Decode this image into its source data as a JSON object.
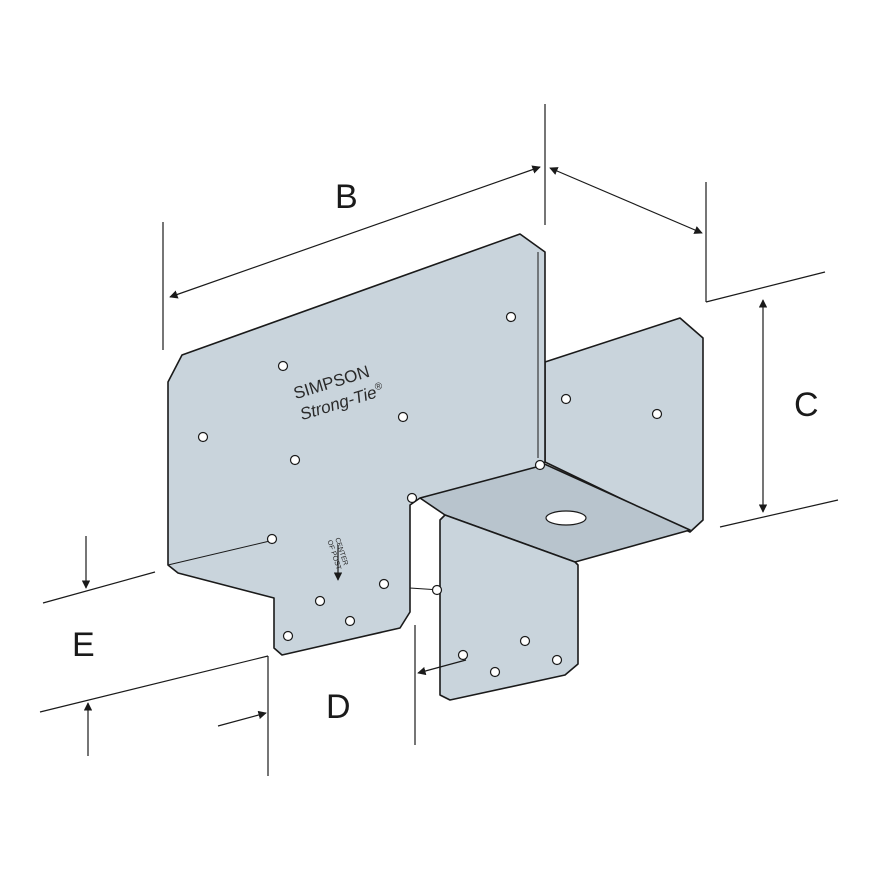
{
  "diagram": {
    "dimensions": {
      "b": "B",
      "c": "C",
      "d": "D",
      "e": "E"
    },
    "brand": {
      "line1": "SIMPSON",
      "line2": "Strong-Tie",
      "registered": "®"
    },
    "stamp": {
      "line1": "CENTER",
      "line2": "OF POST"
    }
  }
}
